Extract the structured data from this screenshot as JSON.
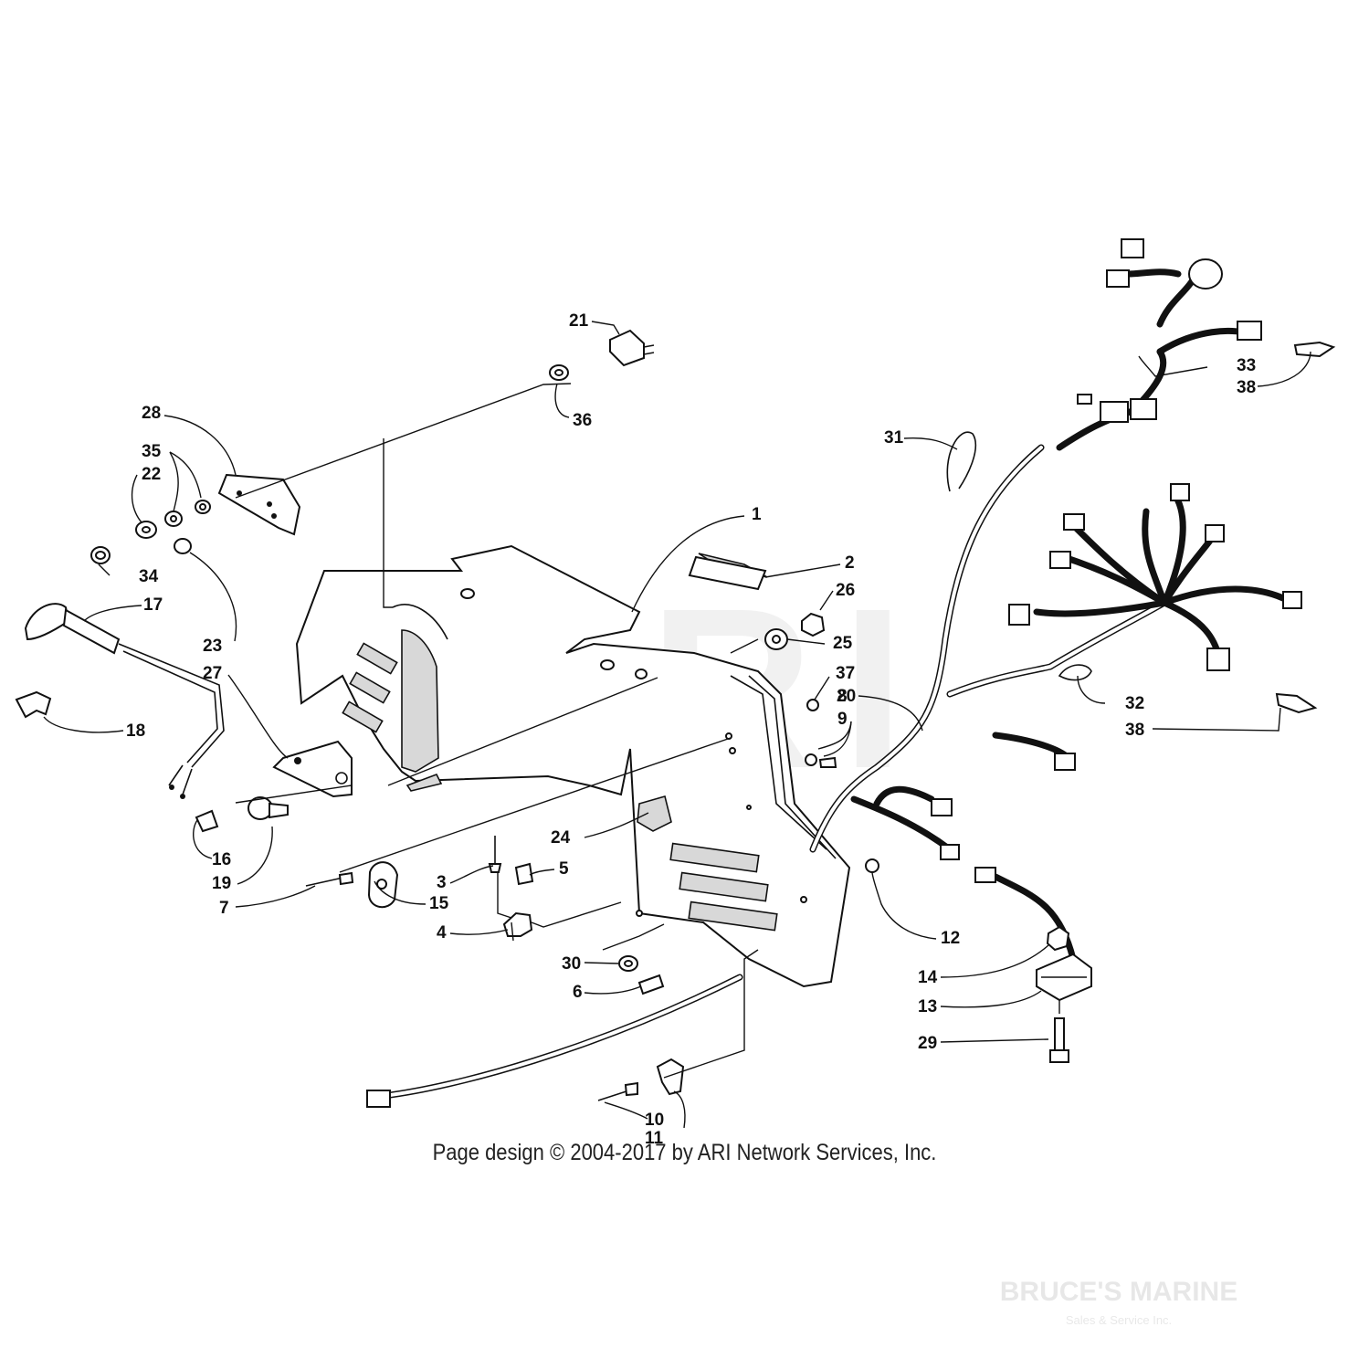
{
  "credit": "Page design © 2004-2017 by ARI Network Services, Inc.",
  "watermark": "ARI",
  "dealer_logo": {
    "name": "BRUCE'S MARINE",
    "tagline": "Sales & Service Inc."
  },
  "callouts": {
    "c1": "1",
    "c2": "2",
    "c3": "3",
    "c4": "4",
    "c5": "5",
    "c6": "6",
    "c7": "7",
    "c8": "8",
    "c9": "9",
    "c10": "10",
    "c11": "11",
    "c12": "12",
    "c13": "13",
    "c14": "14",
    "c15": "15",
    "c16": "16",
    "c17": "17",
    "c18": "18",
    "c19": "19",
    "c20": "20",
    "c21": "21",
    "c22": "22",
    "c23": "23",
    "c24": "24",
    "c25": "25",
    "c26": "26",
    "c27": "27",
    "c28": "28",
    "c29": "29",
    "c30": "30",
    "c31": "31",
    "c32": "32",
    "c33": "33",
    "c34": "34",
    "c35": "35",
    "c36": "36",
    "c37": "37",
    "c38a": "38",
    "c38b": "38"
  }
}
